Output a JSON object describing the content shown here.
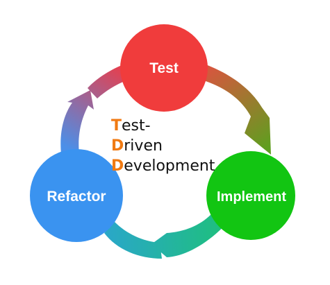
{
  "diagram": {
    "nodes": {
      "test": {
        "label": "Test",
        "color": "#f03c3c"
      },
      "implement": {
        "label": "Implement",
        "color": "#12c512"
      },
      "refactor": {
        "label": "Refactor",
        "color": "#3a93f0"
      }
    },
    "cycle_colors": {
      "test_to_implement": [
        "#d9553f",
        "#5e9f1f"
      ],
      "implement_to_refactor": [
        "#1ec07a",
        "#2aa7c9"
      ],
      "refactor_to_test": [
        "#4c8fe8",
        "#e83e4c"
      ]
    },
    "center": {
      "initial_color": "#f07a12",
      "lines": [
        {
          "initial": "T",
          "rest": "est-"
        },
        {
          "initial": "D",
          "rest": "riven"
        },
        {
          "initial": "D",
          "rest": "evelopment"
        }
      ]
    }
  }
}
